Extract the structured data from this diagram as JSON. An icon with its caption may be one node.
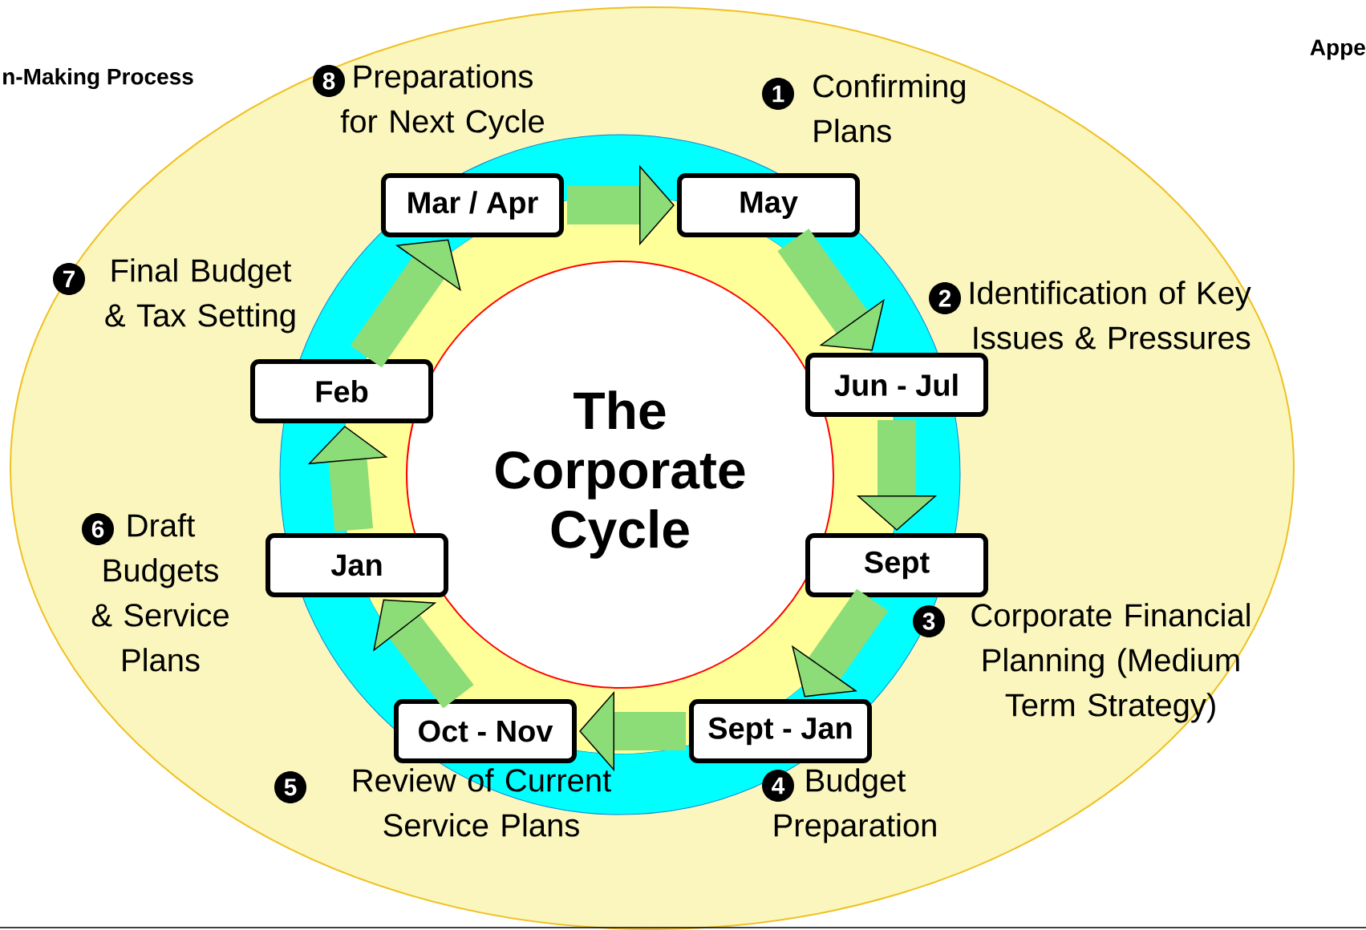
{
  "diagram": {
    "nodes": [
      {
        "text": [
          "The Corporate Cycle"
        ]
      },
      {
        "text": [
          "May"
        ],
        "beside": [
          "1",
          "Confirming Plans"
        ]
      },
      {
        "text": [
          "Jun - Jul"
        ],
        "beside": [
          "2",
          "Identification of Key Issues & Pressures"
        ]
      },
      {
        "text": [
          "Sept"
        ],
        "beside": [
          "3",
          "Corporate Financial Planning (Medium Term Strategy)"
        ]
      },
      {
        "text": [
          "Sept - Jan"
        ],
        "beside": [
          "4",
          "Budget Preparation"
        ]
      },
      {
        "text": [
          "Oct - Nov"
        ],
        "beside": [
          "5",
          "Review of Current Service Plans"
        ]
      },
      {
        "text": [
          "Jan"
        ],
        "beside": [
          "6",
          "Draft Budgets & Service Plans"
        ]
      },
      {
        "text": [
          "Feb"
        ],
        "beside": [
          "7",
          "Final Budget & Tax Setting"
        ]
      },
      {
        "text": [
          "Mar / Apr"
        ],
        "beside": [
          "8",
          "Preparations for Next Cycle"
        ]
      }
    ],
    "edges": [
      {
        "from": 1,
        "to": 2,
        "arrow": "to"
      },
      {
        "from": 2,
        "to": 3,
        "arrow": "to"
      },
      {
        "from": 3,
        "to": 4,
        "arrow": "to"
      },
      {
        "from": 4,
        "to": 5,
        "arrow": "to"
      },
      {
        "from": 5,
        "to": 6,
        "arrow": "to"
      },
      {
        "from": 6,
        "to": 7,
        "arrow": "to"
      },
      {
        "from": 7,
        "to": 8,
        "arrow": "to"
      },
      {
        "from": 8,
        "to": 1,
        "arrow": "to"
      }
    ],
    "labels": [
      "n-Making Process",
      "Appe"
    ]
  }
}
